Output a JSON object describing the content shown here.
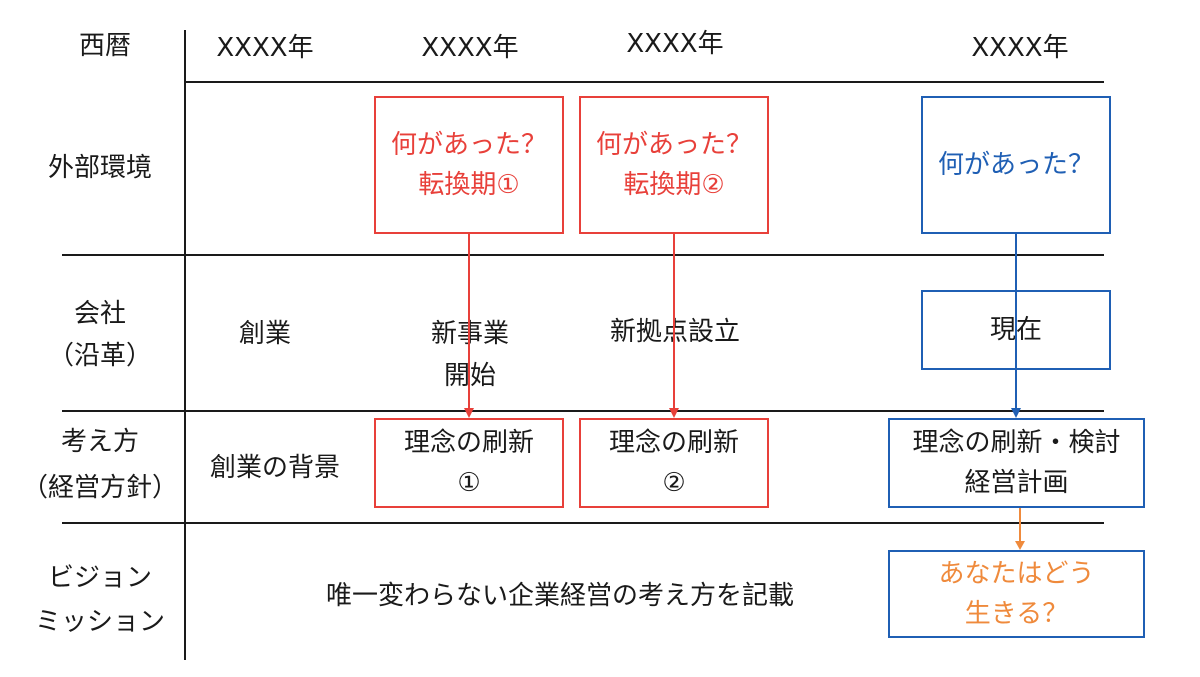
{
  "header": {
    "label": "西暦",
    "years": [
      "XXXX年",
      "XXXX年",
      "XXXX年",
      "XXXX年"
    ]
  },
  "rows": {
    "external": "外部環境",
    "company_line1": "会社",
    "company_line2": "（沿革）",
    "policy_line1": "考え方",
    "policy_line2": "（経営方針）",
    "vision_line1": "ビジョン",
    "vision_line2": "ミッション"
  },
  "external_boxes": [
    {
      "line1": "何があった？",
      "line2": "転換期①"
    },
    {
      "line1": "何があった？",
      "line2": "転換期②"
    },
    {
      "line1": "何があった？"
    }
  ],
  "company": {
    "founding": "創業",
    "new_business_line1": "新事業",
    "new_business_line2": "開始",
    "new_base": "新拠点設立",
    "current": "現在"
  },
  "policy": {
    "founding_background": "創業の背景",
    "renewal1_line1": "理念の刷新",
    "renewal1_line2": "①",
    "renewal2_line1": "理念の刷新",
    "renewal2_line2": "②",
    "renewal3_line1": "理念の刷新・検討",
    "renewal3_line2": "経営計画"
  },
  "vision": {
    "statement": "唯一変わらない企業経営の考え方を記載",
    "question_line1": "あなたはどう",
    "question_line2": "生きる？"
  },
  "colors": {
    "red": "#e8403a",
    "blue": "#1f5fb4",
    "orange": "#ef8a3c",
    "line": "#1a1a1a"
  }
}
